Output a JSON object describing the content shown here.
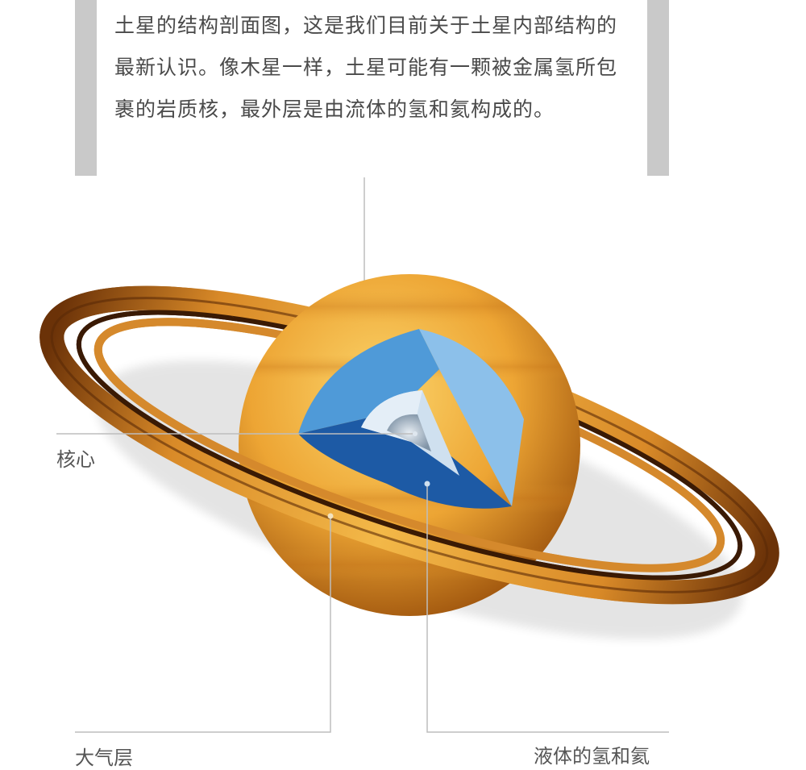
{
  "caption": {
    "text": "土星的结构剖面图，这是我们目前关于土星内部结构的最新认识。像木星一样，土星可能有一颗被金属氢所包裹的岩质核，最外层是由流体的氢和氦构成的。"
  },
  "labels": {
    "core": "核心",
    "atmosphere": "大气层",
    "fluid": "液体的氢和氦"
  },
  "colors": {
    "planet_light": "#f6c34a",
    "planet_dark": "#b0600e",
    "ring_light": "#f0ad3c",
    "ring_dark": "#7a3a0a",
    "layer_fluid_top": "#4f9ad8",
    "layer_fluid_side": "#8cc0ea",
    "layer_fluid_floor": "#1d5aa5",
    "layer_metallic": "#cfe0ef",
    "core": "#9fb0c0",
    "leader_line": "#bdbdbd"
  }
}
